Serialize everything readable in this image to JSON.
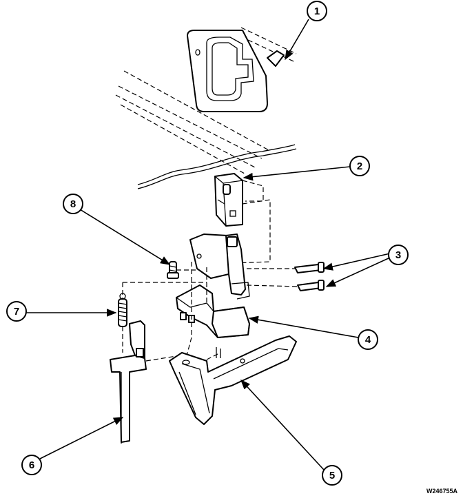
{
  "callouts": [
    {
      "id": "1",
      "label": "1"
    },
    {
      "id": "2",
      "label": "2"
    },
    {
      "id": "3",
      "label": "3"
    },
    {
      "id": "4",
      "label": "4"
    },
    {
      "id": "5",
      "label": "5"
    },
    {
      "id": "6",
      "label": "6"
    },
    {
      "id": "7",
      "label": "7"
    },
    {
      "id": "8",
      "label": "8"
    }
  ],
  "drawing_code": "W246755A"
}
